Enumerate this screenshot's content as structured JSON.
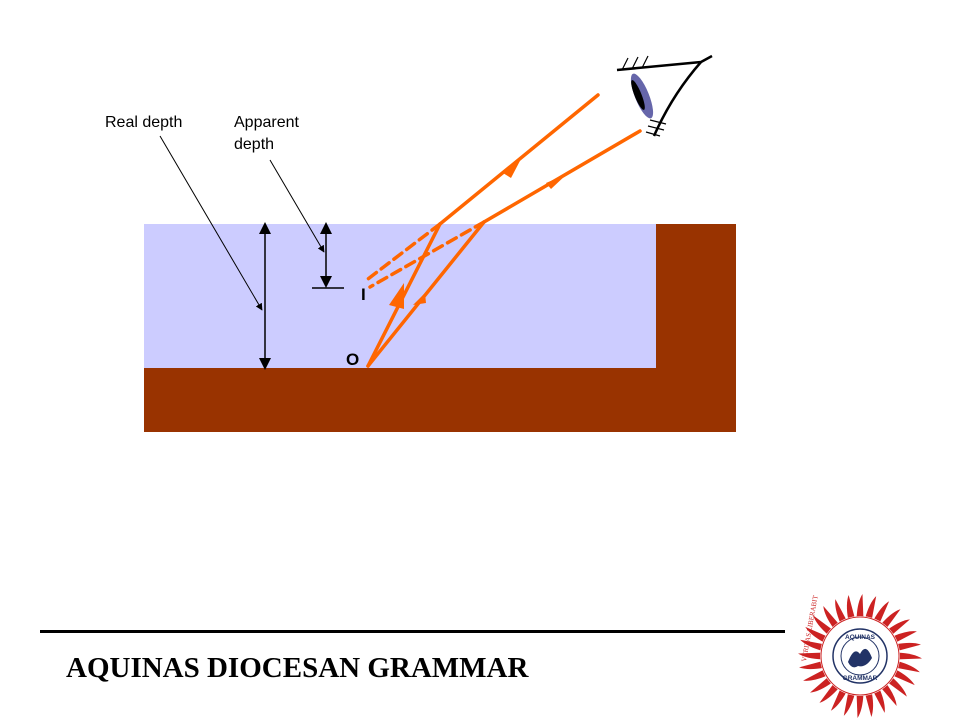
{
  "labels": {
    "real_depth": "Real depth",
    "apparent_depth_line1": "Apparent",
    "apparent_depth_line2": "depth",
    "image_point": "I",
    "object_point": "O"
  },
  "footer": {
    "school_name": "AQUINAS DIOCESAN GRAMMAR"
  },
  "logo": {
    "motto": "VERITAS LIBERABIT",
    "inner_text_top": "AQUINAS",
    "inner_text_bottom": "GRAMMAR"
  },
  "colors": {
    "water": "#ccccff",
    "container": "#993300",
    "ray": "#ff6600",
    "eye": "#6666aa",
    "logo_sun": "#cc2222"
  }
}
